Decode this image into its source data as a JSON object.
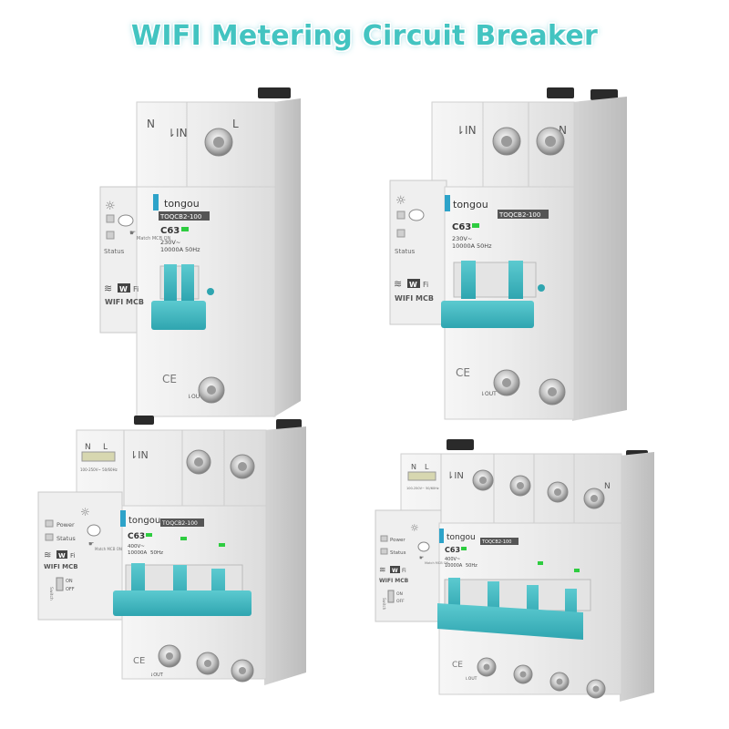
{
  "title": "WIFI Metering Circuit Breaker",
  "colors": {
    "title_color": "#43c4c1",
    "handle_color": "#3fb6bf",
    "body_color": "#eeeeee",
    "status_led": "#2ecc40",
    "brand_tab": "#2da3c9"
  },
  "products": [
    {
      "terminal_top_left": "N",
      "terminal_in": "⇂IN",
      "terminal_top_right": "L",
      "brand": "tongou",
      "model": "TOQCB2-100",
      "rating": "C63",
      "spec_line1": "230V~",
      "spec_line2": "10000A",
      "spec_freq": "50Hz",
      "status_label": "Status",
      "match_label": "Match MCB ON",
      "wifi_text": "W",
      "wifi_fi": "Fi",
      "device_label": "WIFI MCB",
      "out_label": "⇂OUT"
    },
    {
      "terminal_in": "⇂IN",
      "terminal_top_right": "N",
      "brand": "tongou",
      "model": "TOQCB2-100",
      "rating": "C63",
      "spec_line1": "230V~",
      "spec_line2": "10000A",
      "spec_freq": "50Hz",
      "status_label": "Status",
      "wifi_text": "W",
      "wifi_fi": "Fi",
      "device_label": "WIFI MCB",
      "out_label": "⇂OUT"
    },
    {
      "terminal_n": "N",
      "terminal_l": "L",
      "terminal_in": "⇂IN",
      "supply_text": "100-250V~ 50/60Hz",
      "brand": "tongou",
      "model": "TOQCB2-100",
      "rating": "C63",
      "spec_line1": "400V~",
      "spec_line2": "10000A",
      "spec_freq": "50Hz",
      "power_label": "Power",
      "status_label": "Status",
      "match_label": "Match MCB ON",
      "wifi_text": "W",
      "wifi_fi": "Fi",
      "device_label": "WIFI MCB",
      "switch_label": "Switch",
      "on_label": "ON",
      "off_label": "OFF",
      "out_label": "⇂OUT"
    },
    {
      "terminal_n": "N",
      "terminal_l": "L",
      "terminal_in": "⇂IN",
      "terminal_top_right": "N",
      "supply_text": "100-250V~ 50/60Hz",
      "brand": "tongou",
      "model": "TOQCB2-100",
      "rating": "C63",
      "spec_line1": "400V~",
      "spec_line2": "10000A",
      "spec_freq": "50Hz",
      "power_label": "Power",
      "status_label": "Status",
      "match_label": "Match MCB ON",
      "wifi_text": "W",
      "wifi_fi": "Fi",
      "device_label": "WIFI MCB",
      "switch_label": "Switch",
      "on_label": "ON",
      "off_label": "OFF",
      "out_label": "⇂OUT"
    }
  ]
}
